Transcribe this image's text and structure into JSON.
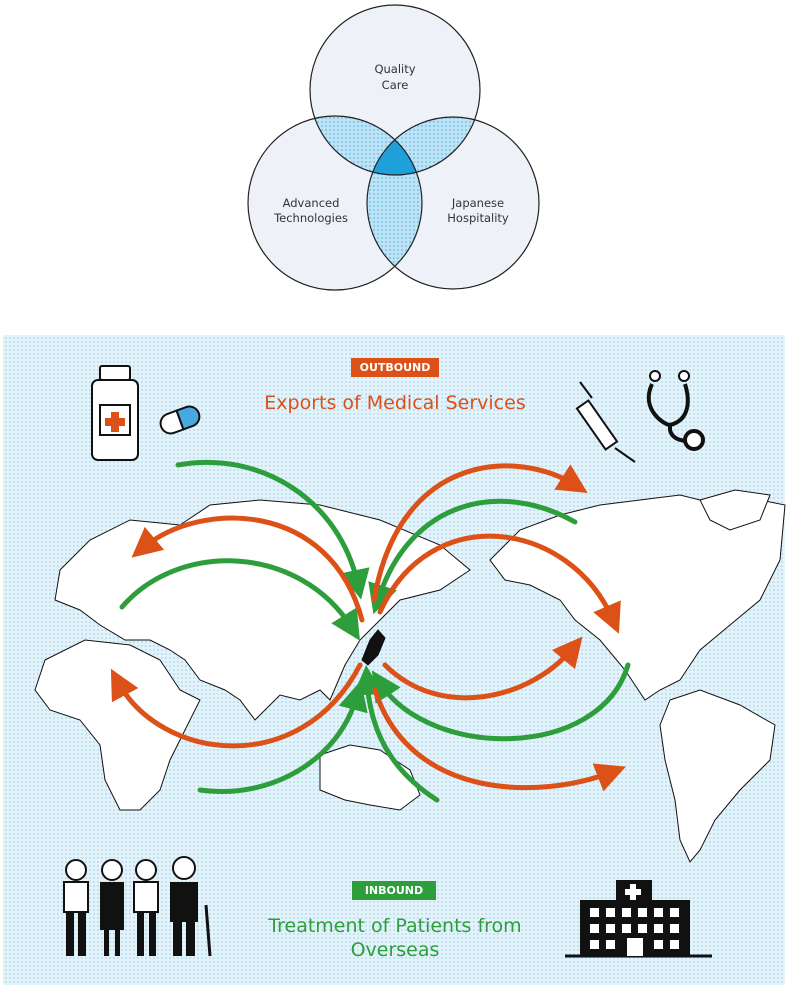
{
  "venn": {
    "circles": [
      {
        "label_lines": [
          "Quality",
          "Care"
        ]
      },
      {
        "label_lines": [
          "Advanced",
          "Technologies"
        ]
      },
      {
        "label_lines": [
          "Japanese",
          "Hospitality"
        ]
      }
    ],
    "circle_fill": "#eef2f8",
    "overlap_fill": "#a9d8f0",
    "center_fill": "#1fa0da"
  },
  "outbound": {
    "badge": "OUTBOUND",
    "title": "Exports of Medical Services",
    "color": "#dc5117"
  },
  "inbound": {
    "badge": "INBOUND",
    "title_lines": [
      "Treatment of Patients from",
      "Overseas"
    ],
    "color": "#2e9e3c"
  }
}
